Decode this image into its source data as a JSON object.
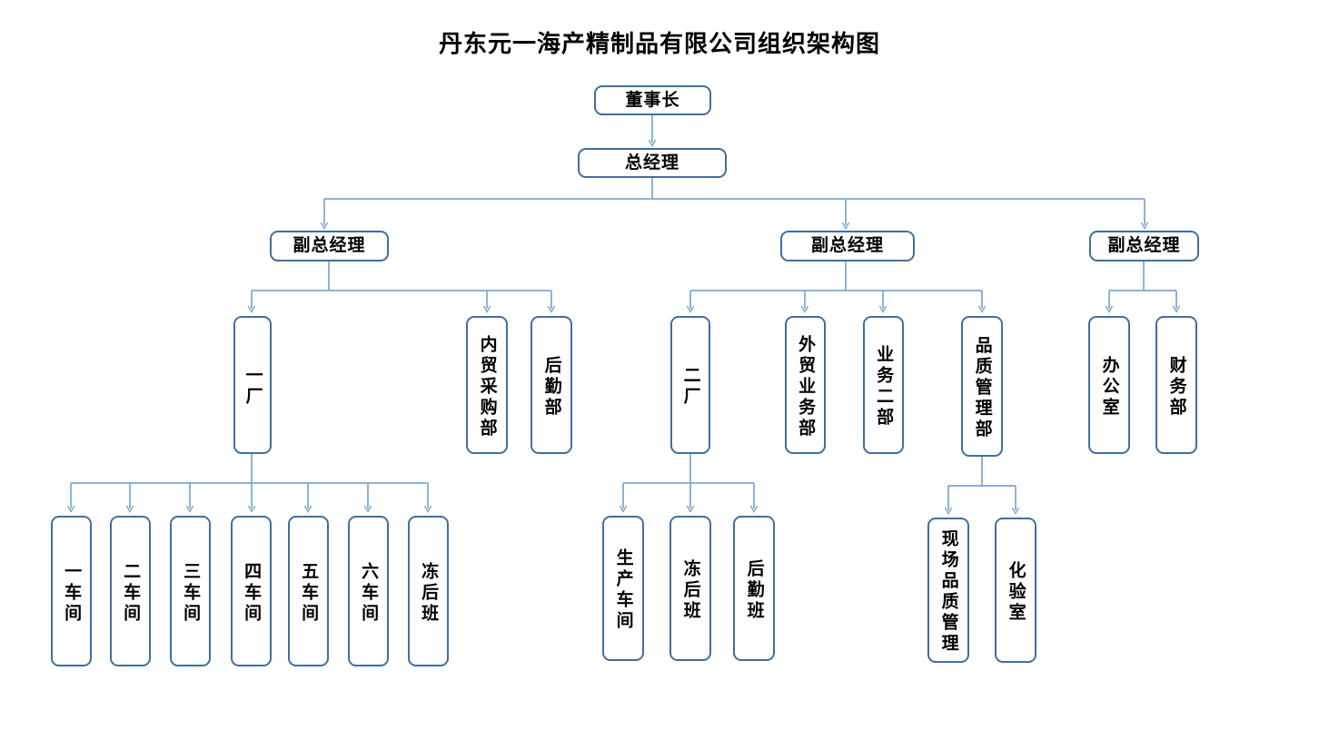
{
  "title": "丹东元一海产精制品有限公司组织架构图",
  "colors": {
    "box_border": "#3f6fa0",
    "box_fill": "#ffffff",
    "connector": "#7ba7d0",
    "connector_dark": "#4a7fad",
    "text": "#000000",
    "background": "#ffffff"
  },
  "nodes": {
    "chairman": {
      "label": "董事长",
      "orientation": "horizontal"
    },
    "general_manager": {
      "label": "总经理",
      "orientation": "horizontal"
    },
    "deputy_1": {
      "label": "副总经理",
      "orientation": "horizontal"
    },
    "deputy_2": {
      "label": "副总经理",
      "orientation": "horizontal"
    },
    "deputy_3": {
      "label": "副总经理",
      "orientation": "horizontal"
    },
    "factory_1": {
      "label": "一厂",
      "orientation": "vertical"
    },
    "domestic_trade": {
      "label": "内贸采购部",
      "orientation": "vertical"
    },
    "logistics_dept": {
      "label": "后勤部",
      "orientation": "vertical"
    },
    "factory_2": {
      "label": "二厂",
      "orientation": "vertical"
    },
    "foreign_trade": {
      "label": "外贸业务部",
      "orientation": "vertical"
    },
    "business_2": {
      "label": "业务二部",
      "orientation": "vertical"
    },
    "quality_mgmt": {
      "label": "品质管理部",
      "orientation": "vertical"
    },
    "office": {
      "label": "办公室",
      "orientation": "vertical"
    },
    "finance_dept": {
      "label": "财务部",
      "orientation": "vertical"
    },
    "workshop_1": {
      "label": "一车间",
      "orientation": "vertical"
    },
    "workshop_2": {
      "label": "二车间",
      "orientation": "vertical"
    },
    "workshop_3": {
      "label": "三车间",
      "orientation": "vertical"
    },
    "workshop_4": {
      "label": "四车间",
      "orientation": "vertical"
    },
    "workshop_5": {
      "label": "五车间",
      "orientation": "vertical"
    },
    "workshop_6": {
      "label": "六车间",
      "orientation": "vertical"
    },
    "frozen_team_1": {
      "label": "冻后班",
      "orientation": "vertical"
    },
    "production_shop": {
      "label": "生产车间",
      "orientation": "vertical"
    },
    "frozen_team_2": {
      "label": "冻后班",
      "orientation": "vertical"
    },
    "logistics_team": {
      "label": "后勤班",
      "orientation": "vertical"
    },
    "onsite_quality": {
      "label": "现场品质管理",
      "orientation": "vertical"
    },
    "lab_room": {
      "label": "化验室",
      "orientation": "vertical"
    }
  },
  "hierarchy": {
    "chairman": [
      "general_manager"
    ],
    "general_manager": [
      "deputy_1",
      "deputy_2",
      "deputy_3"
    ],
    "deputy_1": [
      "factory_1",
      "domestic_trade",
      "logistics_dept"
    ],
    "deputy_2": [
      "factory_2",
      "foreign_trade",
      "business_2",
      "quality_mgmt"
    ],
    "deputy_3": [
      "office",
      "finance_dept"
    ],
    "factory_1": [
      "workshop_1",
      "workshop_2",
      "workshop_3",
      "workshop_4",
      "workshop_5",
      "workshop_6",
      "frozen_team_1"
    ],
    "factory_2": [
      "production_shop",
      "frozen_team_2",
      "logistics_team"
    ],
    "quality_mgmt": [
      "onsite_quality",
      "lab_room"
    ]
  }
}
